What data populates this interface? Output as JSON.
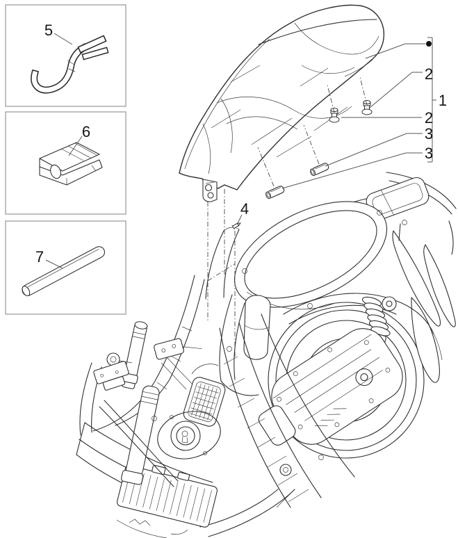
{
  "diagram": {
    "type": "exploded-parts-diagram",
    "subject": "scooter saddle assembly with mounting hardware and tool-kit items",
    "colors": {
      "background": "#ffffff",
      "line": "#2e2e2e",
      "leader_line": "#555555",
      "box_border": "#ababab",
      "label": "#141414"
    },
    "group_marker": "filled-dot",
    "callouts": [
      {
        "label": "1",
        "role": "saddle-assembly-bracket"
      },
      {
        "label": "2",
        "role": "fixing-screw-rear"
      },
      {
        "label": "2",
        "role": "fixing-screw-front"
      },
      {
        "label": "3",
        "role": "spacer-upper"
      },
      {
        "label": "3",
        "role": "spacer-lower"
      },
      {
        "label": "4",
        "role": "latch-screw"
      },
      {
        "label": "5",
        "role": "hook"
      },
      {
        "label": "6",
        "role": "rubber-clip"
      },
      {
        "label": "7",
        "role": "support-rod"
      }
    ]
  }
}
